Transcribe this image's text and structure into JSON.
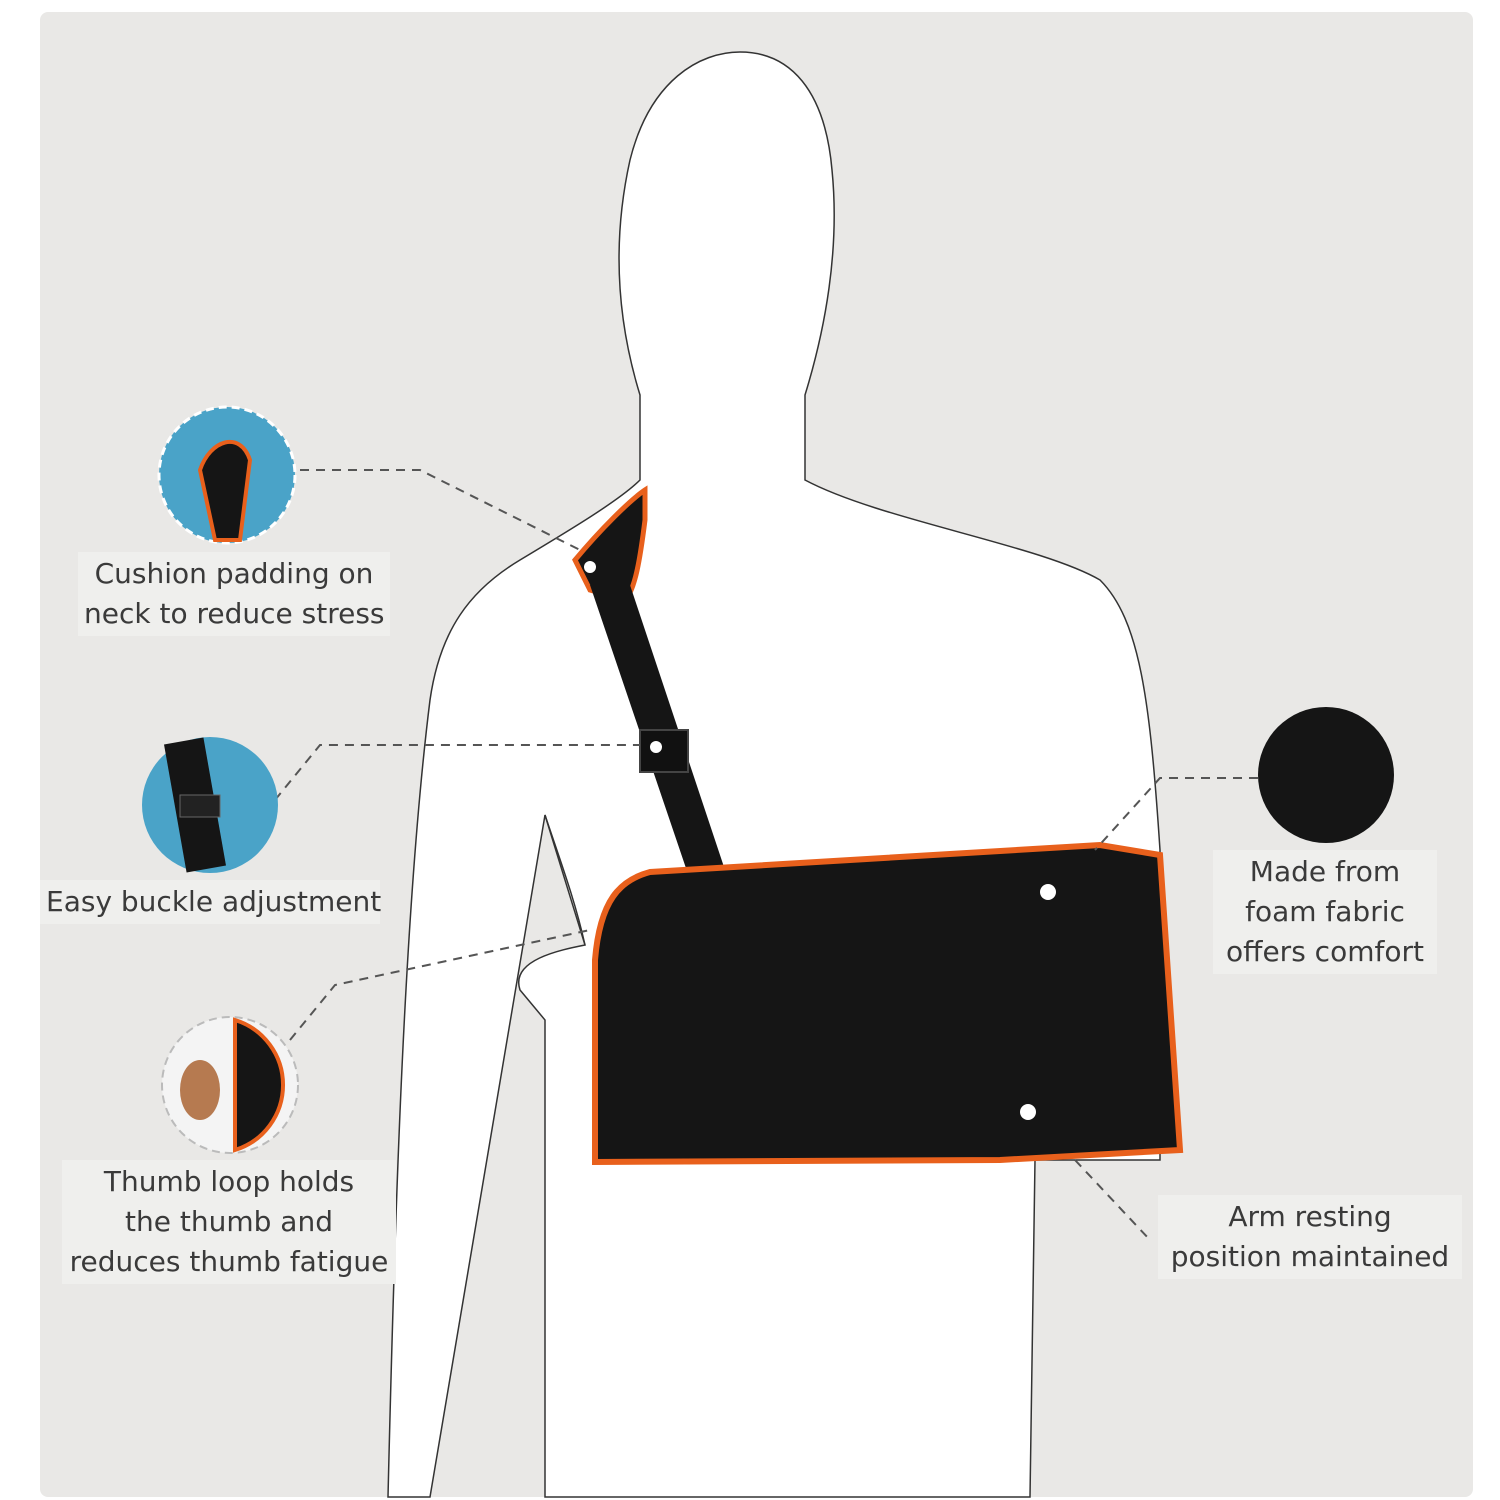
{
  "colors": {
    "background": "#e9e8e6",
    "sling": "#151515",
    "trim": "#e8601c",
    "foam": "#4aa3c8",
    "outline": "#333333"
  },
  "callouts": [
    {
      "id": "neck",
      "icon": "neck-padding-photo",
      "lines": [
        "Cushion padding on",
        "neck to reduce stress"
      ]
    },
    {
      "id": "buckle",
      "icon": "buckle-photo",
      "lines": [
        "Easy buckle adjustment"
      ]
    },
    {
      "id": "thumb",
      "icon": "thumb-loop-photo",
      "lines": [
        "Thumb loop holds",
        "the thumb and",
        "reduces thumb fatigue"
      ]
    },
    {
      "id": "fabric",
      "icon": "foam-fabric-swatch",
      "lines": [
        "Made from",
        "foam fabric",
        "offers comfort"
      ]
    },
    {
      "id": "arm",
      "icon": "",
      "lines": [
        "Arm resting",
        "position maintained"
      ]
    }
  ]
}
